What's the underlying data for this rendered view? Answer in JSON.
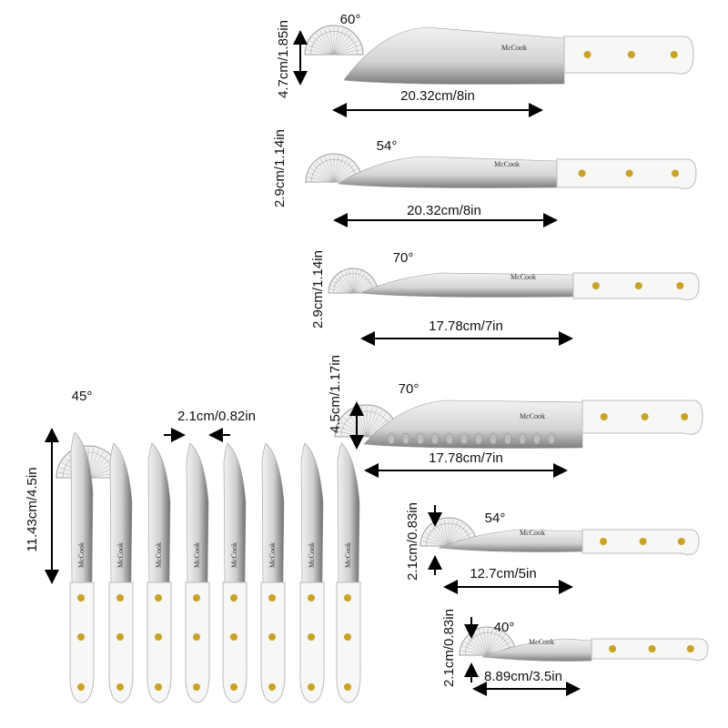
{
  "brand": "McCook",
  "colors": {
    "rivet": "#c9a227",
    "handle": "#f7f7f5",
    "blade_light": "#e8e8e8",
    "blade_dark": "#8c8c8c",
    "arrow": "#000000"
  },
  "knives": [
    {
      "name": "chef-knife",
      "angle": "60°",
      "height": "4.7cm/1.85in",
      "length": "20.32cm/8in"
    },
    {
      "name": "slicing-knife",
      "angle": "54°",
      "height": "2.9cm/1.14in",
      "length": "20.32cm/8in"
    },
    {
      "name": "utility-knife",
      "angle": "70°",
      "height": "2.9cm/1.14in",
      "length": "17.78cm/7in"
    },
    {
      "name": "bread-knife",
      "angle": "70°",
      "height": "4.5cm/1.17in",
      "length": "17.78cm/7in"
    },
    {
      "name": "santoku-knife",
      "angle": "54°",
      "height": "2.1cm/0.83in",
      "length": "12.7cm/5in"
    },
    {
      "name": "paring-knife",
      "angle": "40°",
      "height": "2.1cm/0.83in",
      "length": "8.89cm/3.5in"
    }
  ],
  "steak_knives": {
    "count": 8,
    "angle": "45°",
    "length": "11.43cm/4.5in",
    "width": "2.1cm/0.82in"
  }
}
